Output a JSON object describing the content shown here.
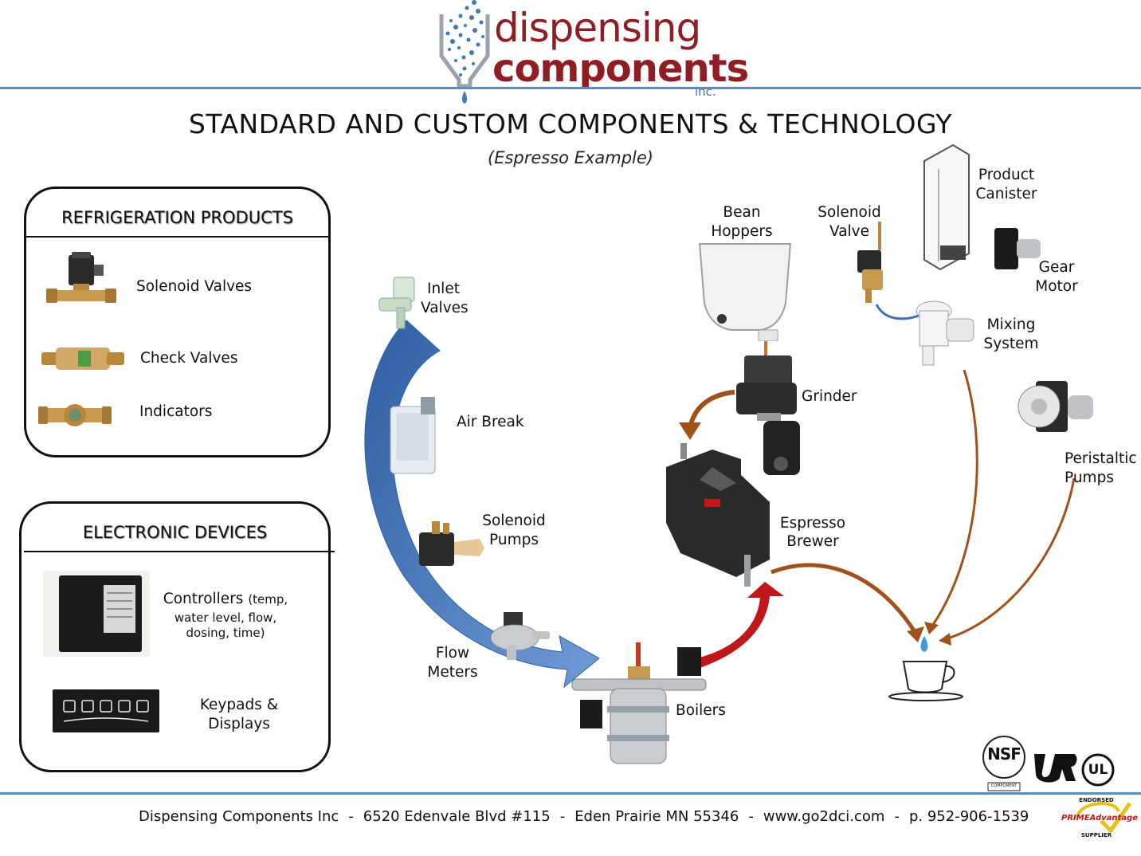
{
  "logo": {
    "line1": "dispensing",
    "line2": "components",
    "inc": "inc."
  },
  "title": "STANDARD AND CUSTOM COMPONENTS & TECHNOLOGY",
  "subtitle": "(Espresso Example)",
  "refrigeration": {
    "heading": "REFRIGERATION PRODUCTS",
    "items": [
      {
        "label": "Solenoid Valves"
      },
      {
        "label": "Check Valves"
      },
      {
        "label": "Indicators"
      }
    ]
  },
  "electronics": {
    "heading": "ELECTRONIC DEVICES",
    "controllers": {
      "label": "Controllers",
      "detail1": "(temp,",
      "detail2": "water level, flow,",
      "detail3": "dosing, time)"
    },
    "keypads": {
      "line1": "Keypads &",
      "line2": "Displays"
    }
  },
  "diagram": {
    "inlet_valves": [
      "Inlet",
      "Valves"
    ],
    "air_break": "Air Break",
    "solenoid_pumps": [
      "Solenoid",
      "Pumps"
    ],
    "flow_meters": [
      "Flow",
      "Meters"
    ],
    "boilers": "Boilers",
    "bean_hoppers": [
      "Bean",
      "Hoppers"
    ],
    "grinder": "Grinder",
    "espresso_brewer": [
      "Espresso",
      "Brewer"
    ],
    "solenoid_valve": [
      "Solenoid",
      "Valve"
    ],
    "product_canister": [
      "Product",
      "Canister"
    ],
    "gear_motor": [
      "Gear",
      "Motor"
    ],
    "mixing_system": [
      "Mixing",
      "System"
    ],
    "peristaltic_pumps": [
      "Peristaltic",
      "Pumps"
    ]
  },
  "certifications": {
    "nsf": "NSF",
    "nsf_sub": "COMPONENT",
    "ul": "UL",
    "prime_top": "ENDORSED",
    "prime_name": "PRIMEAdvantage",
    "prime_bottom": "SUPPLIER"
  },
  "footer": {
    "company": "Dispensing Components Inc",
    "address": "6520 Edenvale Blvd #115",
    "city": "Eden Prairie MN 55346",
    "web": "www.go2dci.com",
    "phone": "p. 952-906-1539",
    "separator": "-"
  },
  "colors": {
    "brand_red": "#8f1d24",
    "brand_blue": "#3f78b5",
    "flow_blue": "#3c6fb5",
    "flow_brown": "#a0521a",
    "flow_red": "#c0171b"
  }
}
